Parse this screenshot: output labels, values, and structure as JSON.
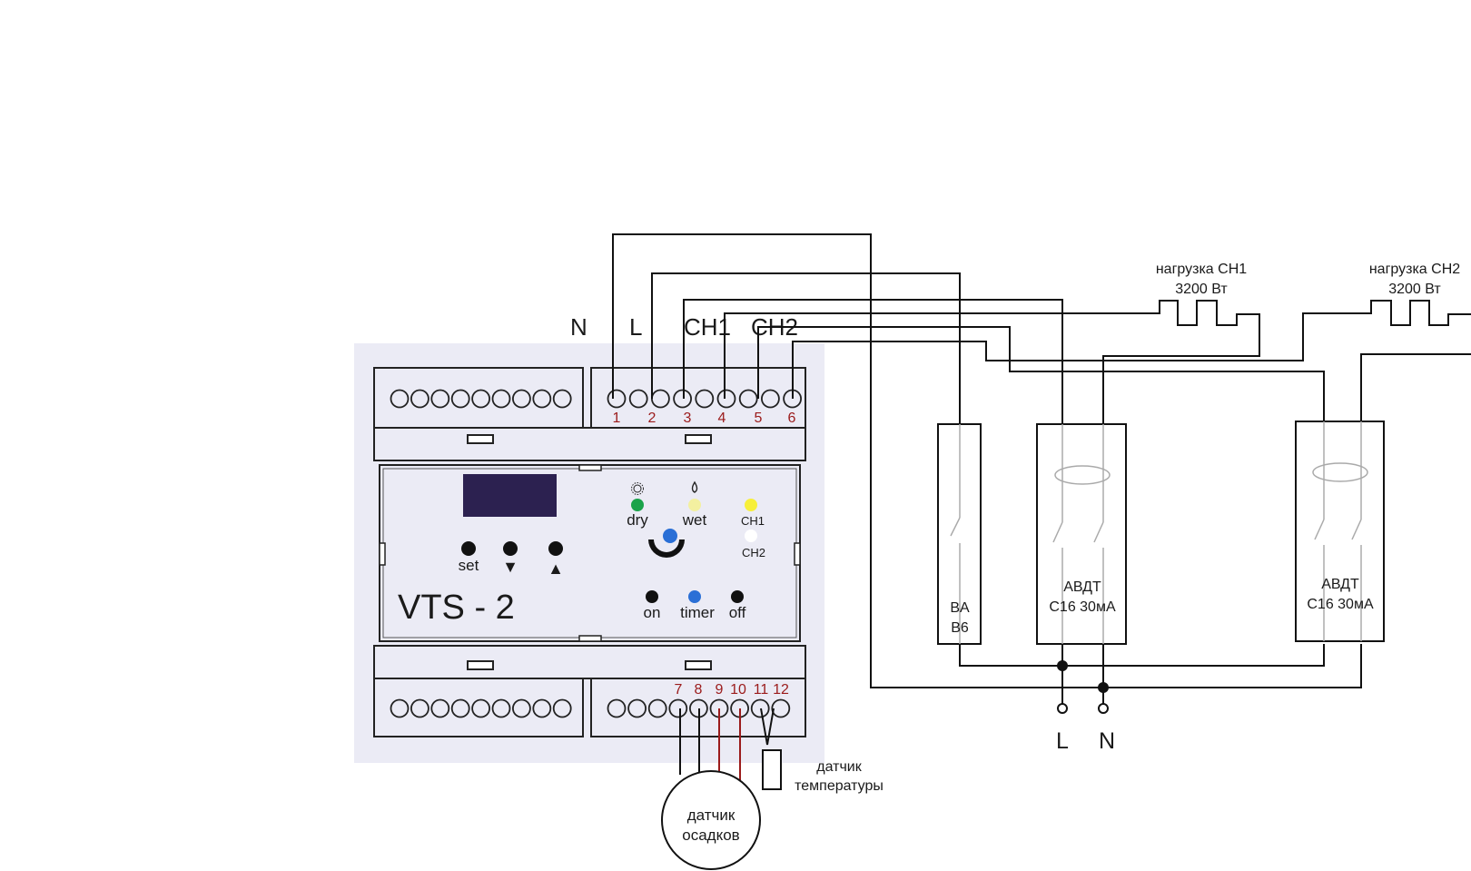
{
  "device": {
    "model": "VTS - 2",
    "top_header_labels": [
      "N",
      "L",
      "CH1",
      "CH2"
    ],
    "top_terminal_numbers": [
      "1",
      "2",
      "3",
      "4",
      "5",
      "6"
    ],
    "bottom_terminal_numbers": [
      "7",
      "8",
      "9",
      "10",
      "11",
      "12"
    ],
    "buttons": {
      "set": "set",
      "down": "▼",
      "up": "▲"
    },
    "indicators": {
      "dry": "dry",
      "wet": "wet",
      "ch1": "CH1",
      "ch2": "CH2"
    },
    "mode_buttons": {
      "on": "on",
      "timer": "timer",
      "off": "off"
    },
    "colors": {
      "display": "#2c2150",
      "green": "#1aa34a",
      "yellow": "#f7ef3a",
      "pale_yellow": "#f3f0a0",
      "blue": "#2a6fd6",
      "panel_bg": "#ebebf5"
    }
  },
  "loads": {
    "ch1": {
      "line1": "нагрузка CH1",
      "line2": "3200 Вт"
    },
    "ch2": {
      "line1": "нагрузка CH2",
      "line2": "3200 Вт"
    }
  },
  "breakers": {
    "ba": {
      "line1": "BA",
      "line2": "B6"
    },
    "avdt1": {
      "line1": "АВДТ",
      "line2": "С16 30мА"
    },
    "avdt2": {
      "line1": "АВДТ",
      "line2": "С16 30мА"
    }
  },
  "mains": {
    "l": "L",
    "n": "N"
  },
  "sensors": {
    "temperature": {
      "line1": "датчик",
      "line2": "температуры"
    },
    "precipitation": {
      "line1": "датчик",
      "line2": "осадков"
    }
  }
}
